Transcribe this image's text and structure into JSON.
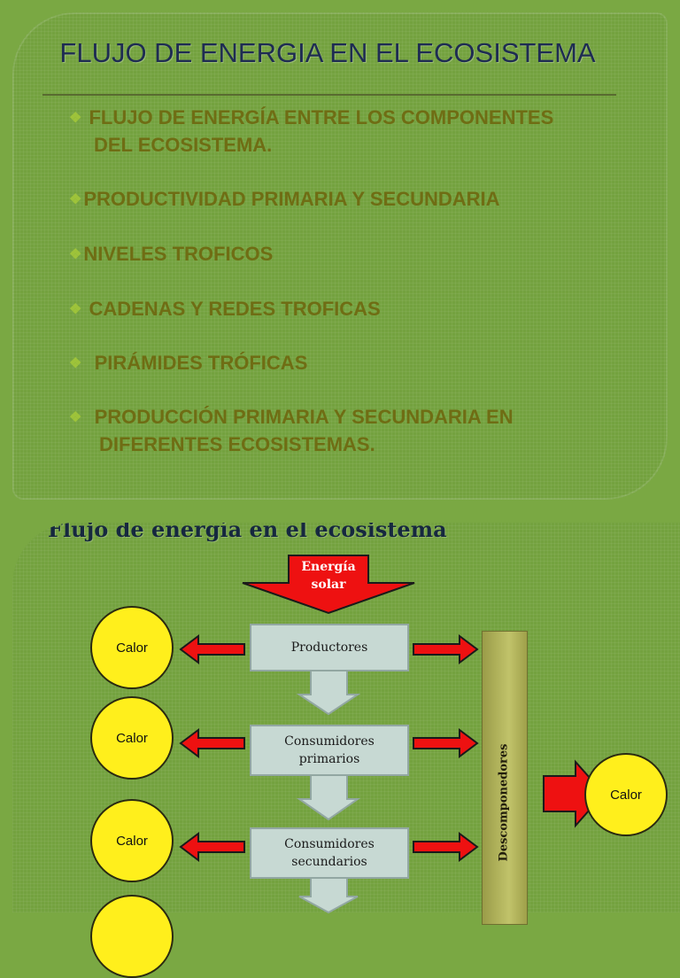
{
  "slide1": {
    "title": "FLUJO DE ENERGIA EN EL ECOSISTEMA",
    "bullet_marker": "❖",
    "bullets": [
      {
        "lines": [
          "FLUJO DE ENERGÍA ENTRE LOS COMPONENTES",
          "DEL ECOSISTEMA."
        ]
      },
      {
        "lines": [
          "PRODUCTIVIDAD PRIMARIA Y SECUNDARIA"
        ]
      },
      {
        "lines": [
          "NIVELES TROFICOS"
        ]
      },
      {
        "lines": [
          "CADENAS Y REDES TROFICAS"
        ]
      },
      {
        "lines": [
          "PIRÁMIDES TRÓFICAS"
        ]
      },
      {
        "lines": [
          "PRODUCCIÓN PRIMARIA Y SECUNDARIA EN",
          "DIFERENTES ECOSISTEMAS."
        ]
      }
    ]
  },
  "slide2": {
    "title": "Flujo de energía en el ecosistema",
    "solar": {
      "line1": "Energía",
      "line2": "solar"
    },
    "levels": [
      {
        "line1": "Productores",
        "line2": ""
      },
      {
        "line1": "Consumidores",
        "line2": "primarios"
      },
      {
        "line1": "Consumidores",
        "line2": "secundarios"
      }
    ],
    "calor": [
      "Calor",
      "Calor",
      "Calor",
      "Calor"
    ],
    "descomponedores": "Descomponedores",
    "colors": {
      "arrow_red": "#ee1111",
      "box_fill": "#c7d9d3",
      "calor_fill": "#ffef1c",
      "background": "#74a23f"
    }
  }
}
